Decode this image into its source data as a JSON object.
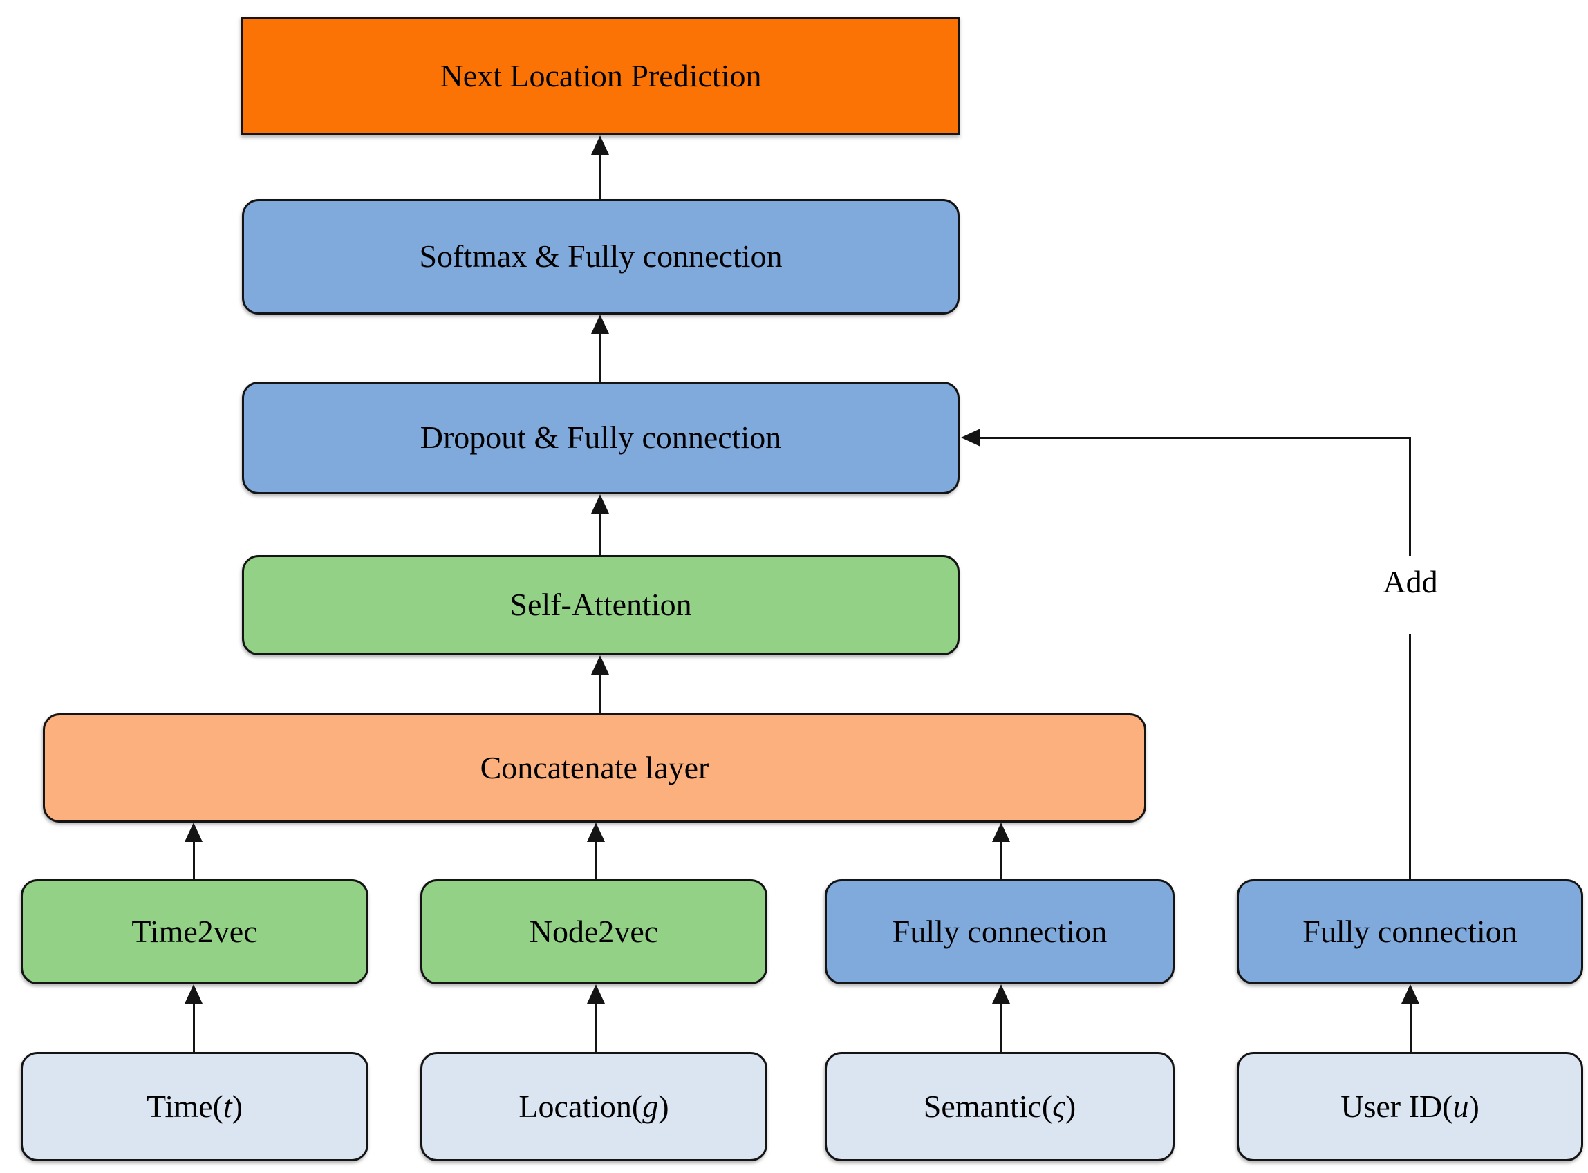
{
  "diagram": {
    "add_connection_label": "Add"
  },
  "nodes": {
    "next_location": {
      "label": "Next Location Prediction",
      "fill": "#FB7304"
    },
    "softmax": {
      "label": "Softmax & Fully connection",
      "fill": "#81AADC"
    },
    "dropout": {
      "label": "Dropout & Fully connection",
      "fill": "#81AADC"
    },
    "self_attention": {
      "label": "Self-Attention",
      "fill": "#92D186"
    },
    "concatenate": {
      "label": "Concatenate layer",
      "fill": "#FBB07E"
    },
    "time2vec": {
      "label": "Time2vec",
      "fill": "#92D186"
    },
    "node2vec": {
      "label": "Node2vec",
      "fill": "#92D186"
    },
    "fully_connection_semantic": {
      "label": "Fully connection",
      "fill": "#81AADC"
    },
    "fully_connection_user": {
      "label": "Fully connection",
      "fill": "#81AADC"
    },
    "time_input": {
      "label_parts": [
        "Time(",
        "t",
        ")"
      ],
      "fill": "#DBE5F1"
    },
    "location_input": {
      "label_parts": [
        "Location(",
        "g",
        ")"
      ],
      "fill": "#DBE5F1"
    },
    "semantic_input": {
      "label_parts": [
        "Semantic(",
        "ς",
        ")"
      ],
      "fill": "#DBE5F1"
    },
    "user_id_input": {
      "label_parts": [
        "User ID(",
        "u",
        ")"
      ],
      "fill": "#DBE5F1"
    }
  },
  "colors": {
    "border": "#141414",
    "arrow": "#141414",
    "background": "#FFFFFF",
    "output_orange": "#FB7304",
    "block_blue": "#81AADC",
    "block_green": "#92D186",
    "concat_peach": "#FBB07E",
    "input_light_blue": "#DBE5F1"
  }
}
